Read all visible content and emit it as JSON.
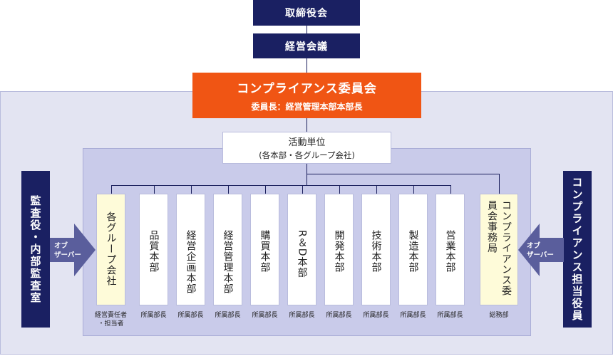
{
  "top": {
    "board": "取締役会",
    "mgmt_meeting": "経営会議"
  },
  "committee": {
    "title": "コンプライアンス委員会",
    "chair": "委員長：経営管理本部本部長"
  },
  "activity": {
    "title": "活動単位",
    "subtitle": "(各本部・各グループ会社)"
  },
  "left_side": "監査役・内部監査室",
  "right_side": "コンプライアンス担当役員",
  "observer_left": [
    "オブ",
    "ザーバー"
  ],
  "observer_right": [
    "オブ",
    "ザーバー"
  ],
  "departments": [
    {
      "name": "各グループ会社",
      "label": [
        "経営責任者",
        "・担当者"
      ],
      "highlight": true
    },
    {
      "name": "品質本部",
      "label": [
        "所属部長"
      ],
      "highlight": false
    },
    {
      "name": "経営企画本部",
      "label": [
        "所属部長"
      ],
      "highlight": false
    },
    {
      "name": "経営管理本部",
      "label": [
        "所属部長"
      ],
      "highlight": false
    },
    {
      "name": "購買本部",
      "label": [
        "所属部長"
      ],
      "highlight": false
    },
    {
      "name": "R＆D本部",
      "label": [
        "所属部長"
      ],
      "highlight": false
    },
    {
      "name": "開発本部",
      "label": [
        "所属部長"
      ],
      "highlight": false
    },
    {
      "name": "技術本部",
      "label": [
        "所属部長"
      ],
      "highlight": false
    },
    {
      "name": "製造本部",
      "label": [
        "所属部長"
      ],
      "highlight": false
    },
    {
      "name": "営業本部",
      "label": [
        "所属部長"
      ],
      "highlight": false
    },
    {
      "name": "コンプライアンス委員会事務局",
      "label": [
        "総務部"
      ],
      "highlight": true
    }
  ],
  "colors": {
    "navy": "#1a2062",
    "orange": "#f05514",
    "observer_arrow": "#5a5e9c",
    "highlight_fill": "#fefbd9"
  }
}
